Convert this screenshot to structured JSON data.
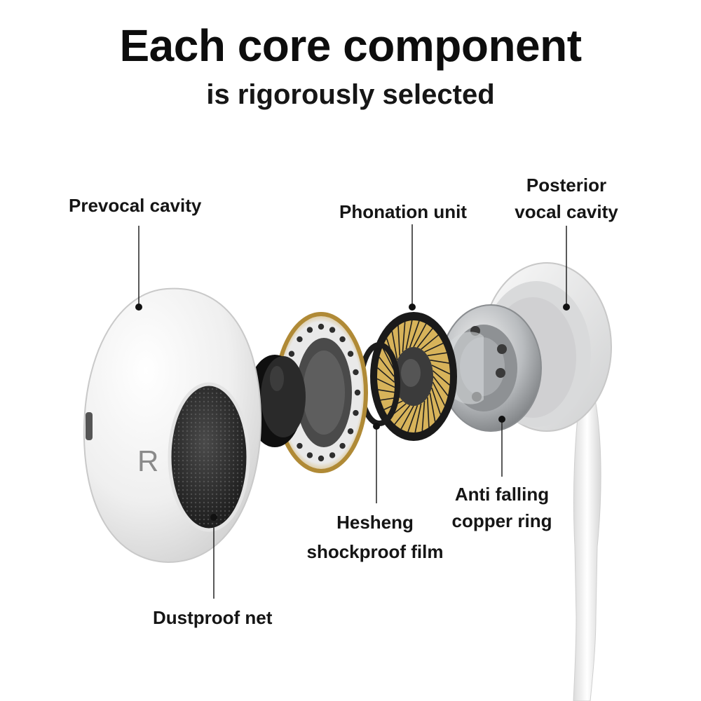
{
  "title": "Each core component",
  "subtitle": "is rigorously selected",
  "earbud_mark": "R",
  "labels": {
    "prevocal_cavity": "Prevocal cavity",
    "phonation_unit": "Phonation unit",
    "posterior_line1": "Posterior",
    "posterior_line2": "vocal cavity",
    "hesheng_line1": "Hesheng",
    "hesheng_line2": "shockproof film",
    "anti_line1": "Anti falling",
    "anti_line2": "copper ring",
    "dustproof_net": "Dustproof net"
  },
  "colors": {
    "shell": "#f4f4f4",
    "mesh": "#2a2a2a",
    "gold_ring": "#c9a24a",
    "metal": "#b9bcbf",
    "leader_line": "#222222"
  }
}
